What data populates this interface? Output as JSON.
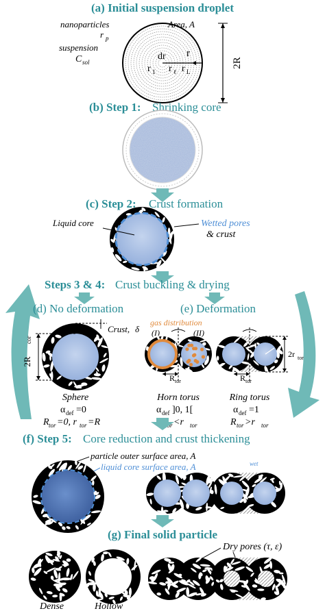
{
  "colors": {
    "heading": "#2b8e97",
    "arrow": "#6fb9b7",
    "liquid": "#a9c0e0",
    "liquid_dark": "#4f74b3",
    "wetted": "#4f8fd6",
    "gas": "#e08a3c",
    "crust": "#000000"
  },
  "section_a": {
    "title": "(a) Initial suspension droplet",
    "nanoparticles": "nanoparticles",
    "area": "Area, A",
    "rp": "r",
    "rp_sub": "p",
    "suspension": "suspension",
    "csol": "C",
    "csol_sub": "sol",
    "dr": "dr",
    "r": "r",
    "ri": "r",
    "ri_sub": "1",
    "rl_i": "r",
    "rl_i_sub": "ℓ",
    "rL": "r",
    "rL_sub": "L",
    "diameter": "2R"
  },
  "section_b": {
    "prefix": "(b) Step 1:",
    "title": " Shrinking core"
  },
  "section_c": {
    "prefix": "(c) Step 2:",
    "title": " Crust formation",
    "liquid_core": "Liquid core",
    "wetted_pores": "Wetted pores",
    "crust": "& crust"
  },
  "steps34": {
    "prefix": "Steps 3 & 4:",
    "title": " Crust buckling & drying"
  },
  "section_d": {
    "title": "(d) No deformation",
    "crust": "Crust,",
    "delta": "δ",
    "rcor": "2R",
    "rcor_sub": "cor",
    "shape": "Sphere",
    "alpha": "α",
    "alpha_sub": "def",
    "alpha_val": "=0",
    "relation": "R",
    "relation_tail": "=0, r",
    "relation_tail2": "=R"
  },
  "section_e": {
    "title": "(e) Deformation",
    "gas": "gas distribution",
    "i": "(I)",
    "ii": "(II)",
    "rtor": "R",
    "rtor_sub": "tor",
    "rtor_small": "2r",
    "horn": "Horn  torus",
    "horn_alpha": "]0, 1[",
    "horn_rel": " <r",
    "ring": "Ring torus",
    "ring_alpha": "=1",
    "ring_rel": " >r"
  },
  "section_f": {
    "prefix": "(f) Step 5:",
    "title": " Core reduction and crust thickening",
    "outer": "particle outer surface area, A",
    "liquid_area": "liquid core surface area, A",
    "liquid_sup": "wet"
  },
  "section_g": {
    "title": "(g) Final solid particle",
    "pores": "Dry pores (τ, ε)",
    "dense": "Dense",
    "hollow": "Hollow"
  }
}
